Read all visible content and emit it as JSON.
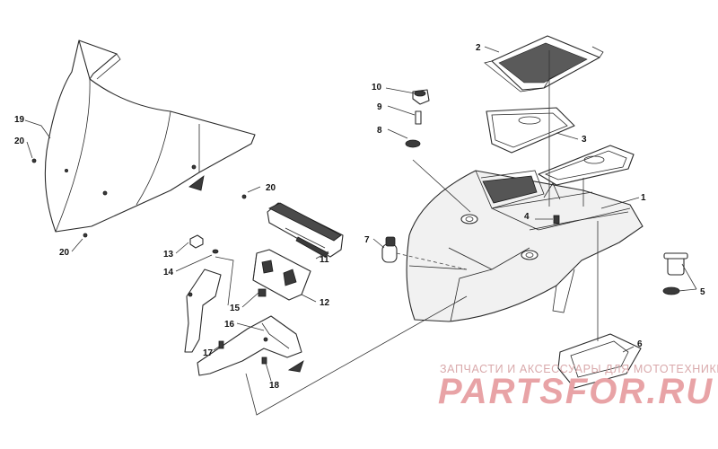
{
  "callouts": [
    {
      "id": "c1",
      "label": "1"
    },
    {
      "id": "c2",
      "label": "2"
    },
    {
      "id": "c3",
      "label": "3"
    },
    {
      "id": "c4",
      "label": "4"
    },
    {
      "id": "c5",
      "label": "5"
    },
    {
      "id": "c6",
      "label": "6"
    },
    {
      "id": "c7",
      "label": "7"
    },
    {
      "id": "c8",
      "label": "8"
    },
    {
      "id": "c9",
      "label": "9"
    },
    {
      "id": "c10",
      "label": "10"
    },
    {
      "id": "c11",
      "label": "11"
    },
    {
      "id": "c12",
      "label": "12"
    },
    {
      "id": "c13",
      "label": "13"
    },
    {
      "id": "c14",
      "label": "14"
    },
    {
      "id": "c15",
      "label": "15"
    },
    {
      "id": "c16",
      "label": "16"
    },
    {
      "id": "c17",
      "label": "17"
    },
    {
      "id": "c18",
      "label": "18"
    },
    {
      "id": "c19",
      "label": "19"
    },
    {
      "id": "c20a",
      "label": "20"
    },
    {
      "id": "c20b",
      "label": "20"
    },
    {
      "id": "c20c",
      "label": "20"
    }
  ],
  "watermark": {
    "tagline": "ЗАПЧАСТИ И АКСЕССУАРЫ ДЛЯ МОТОТЕХНИКИ",
    "brand": "PARTSFOR.RU",
    "color": "#e8a3a6"
  }
}
